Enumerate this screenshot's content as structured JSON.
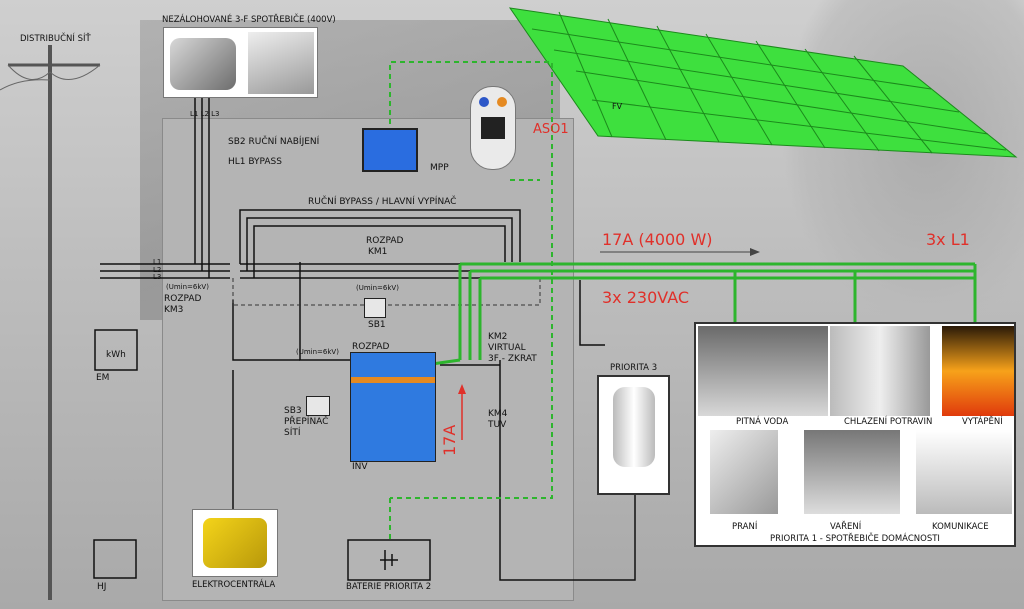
{
  "labels": {
    "grid": "DISTRIBUČNÍ SÍŤ",
    "unbacked_loads": "NEZÁLOHOVANÉ 3-F SPOTŘEBIČE (400V)",
    "sb2": "SB2  RUČNÍ NABÍJENÍ",
    "hl1": "HL1  BYPASS",
    "mpp": "MPP",
    "aso1": "ASO1",
    "fv": "FV",
    "bypass": "RUČNÍ BYPASS / HLAVNÍ VYPÍNAČ",
    "rozpad_km1": [
      "ROZPAD",
      "KM1"
    ],
    "rozpad_km3": [
      "ROZPAD",
      "KM3"
    ],
    "sb1": "SB1",
    "rozpad": "ROZPAD",
    "km2": [
      "KM2",
      "VIRTUAL",
      "3F - ZKRAT"
    ],
    "km4": [
      "KM4",
      "TUV"
    ],
    "sb3": [
      "SB3",
      "PŘEPÍNAČ",
      "SÍTÍ"
    ],
    "inv": "INV",
    "em": "EM",
    "kwh": "kWh",
    "hj": "HJ",
    "generator": "ELEKTROCENTRÁLA",
    "battery": "BATERIE PRIORITA 2",
    "priorita3": "PRIORITA 3",
    "tuv": "TUV",
    "l1": "L1",
    "l2": "L2",
    "l3": "L3",
    "umin": "(Umin=6kV)",
    "l1l2l3": "L1 L2 L3"
  },
  "annotations": {
    "current_power": "17A (4000 W)",
    "phases": "3x L1",
    "voltage": "3x 230VAC",
    "current_vertical": "17A"
  },
  "priority1": {
    "title": "PRIORITA 1 - SPOTŘEBIČE DOMÁCNOSTI",
    "items": [
      "PITNÁ VODA",
      "CHLAZENÍ POTRAVIN",
      "VYTÁPĚNÍ",
      "PRANÍ",
      "VAŘENÍ",
      "KOMUNIKACE"
    ]
  },
  "colors": {
    "green": "#2db52d",
    "red": "#e0302a",
    "panel": "#3ee03e"
  }
}
